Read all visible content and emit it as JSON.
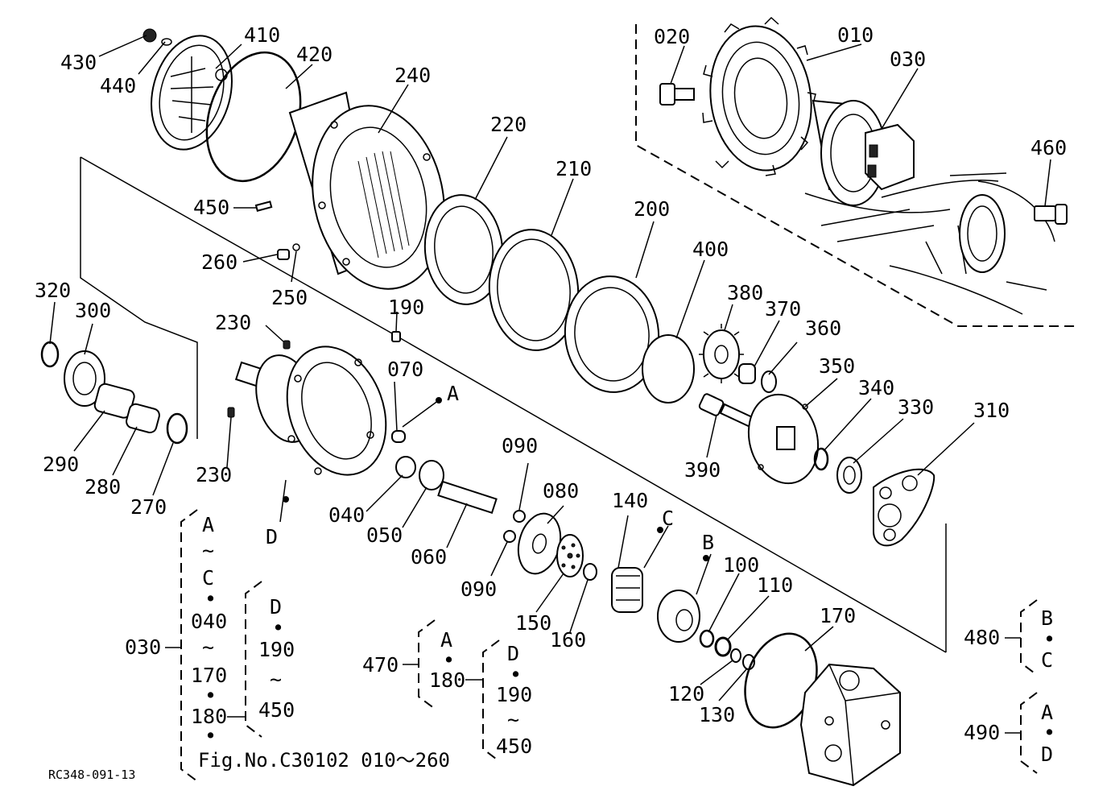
{
  "labels": {
    "p010": "010",
    "p020": "020",
    "p030": "030",
    "p040": "040",
    "p050": "050",
    "p060": "060",
    "p070": "070",
    "p080": "080",
    "p090a": "090",
    "p090b": "090",
    "p100": "100",
    "p110": "110",
    "p120": "120",
    "p130": "130",
    "p140": "140",
    "p150": "150",
    "p160": "160",
    "p170": "170",
    "p190": "190",
    "p200": "200",
    "p210": "210",
    "p220": "220",
    "p230a": "230",
    "p230b": "230",
    "p240": "240",
    "p250": "250",
    "p260": "260",
    "p270": "270",
    "p280": "280",
    "p290": "290",
    "p300": "300",
    "p310": "310",
    "p320": "320",
    "p330": "330",
    "p340": "340",
    "p350": "350",
    "p360": "360",
    "p370": "370",
    "p380": "380",
    "p390": "390",
    "p400": "400",
    "p410": "410",
    "p420": "420",
    "p430": "430",
    "p440": "440",
    "p450": "450",
    "p460": "460",
    "refA": "A",
    "refB": "B",
    "refC": "C",
    "refD": "D"
  },
  "brackets": {
    "b030": {
      "code": "030",
      "col1": [
        "A",
        "~",
        "C",
        "•",
        "040",
        "~",
        "170",
        "•",
        "180",
        "•"
      ],
      "col2": [
        "D",
        "•",
        "190",
        "~",
        "450"
      ]
    },
    "b470": {
      "code": "470",
      "col1": [
        "A",
        "•",
        "180"
      ],
      "col2": [
        "D",
        "•",
        "190",
        "~",
        "450"
      ]
    },
    "b480": {
      "code": "480",
      "col1": [
        "B",
        "•",
        "C"
      ]
    },
    "b490": {
      "code": "490",
      "col1": [
        "A",
        "•",
        "D"
      ]
    }
  },
  "figure_ref": "Fig.No.C30102  010～260",
  "drawing_code": "RC348-091-13"
}
